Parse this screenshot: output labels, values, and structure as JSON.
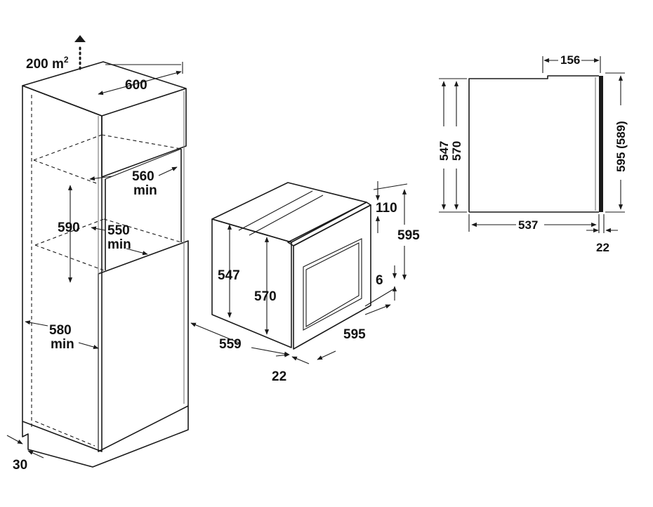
{
  "labels": {
    "airflow": "200 m",
    "airflow_sup": "2",
    "niche_width": "600",
    "niche_depth_val": "560",
    "niche_depth_min": "min",
    "niche_height": "590",
    "shelf_depth_val": "550",
    "shelf_depth_min": "min",
    "cabinet_depth_val": "580",
    "cabinet_depth_min": "min",
    "plinth": "30",
    "oven_body_height": "547",
    "oven_height_570": "570",
    "oven_depth_559": "559",
    "oven_front_22": "22",
    "oven_width_595": "595",
    "oven_total_height_595": "595",
    "control_panel_110": "110",
    "gap_6": "6",
    "side_top_156": "156",
    "side_547": "547",
    "side_570": "570",
    "side_595_589": "595 (589)",
    "side_537": "537",
    "side_22": "22"
  }
}
